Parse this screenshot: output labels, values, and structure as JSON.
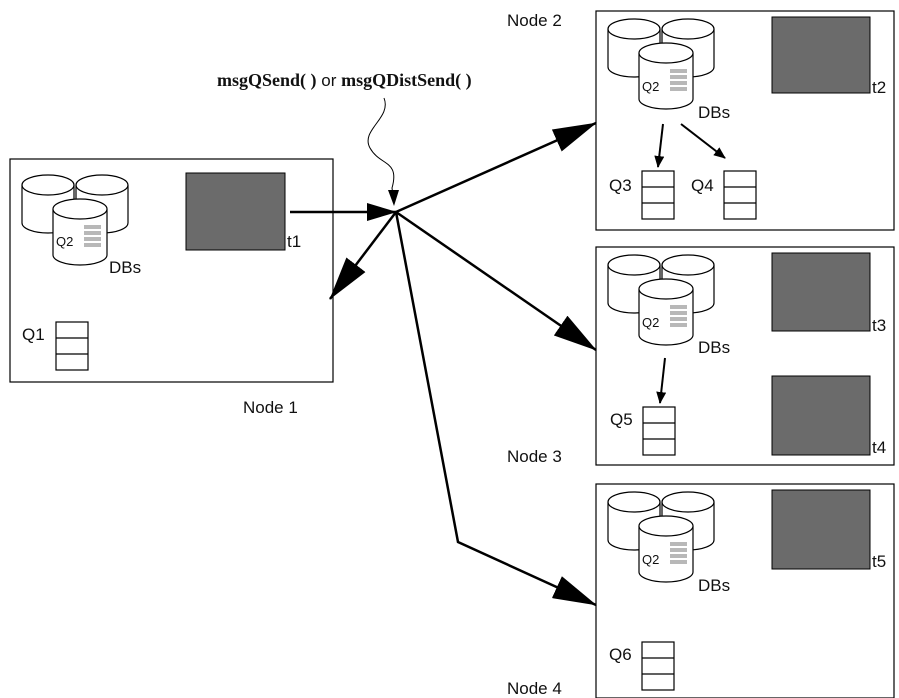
{
  "call_label": {
    "func1": "msgQSend( )",
    "conj": " or ",
    "func2": "msgQDistSend( )"
  },
  "nodes": [
    {
      "name": "Node 1",
      "dbs_label": "DBs",
      "q2_label": "Q2",
      "tasks": [
        "t1"
      ],
      "queues": [
        "Q1"
      ]
    },
    {
      "name": "Node 2",
      "dbs_label": "DBs",
      "q2_label": "Q2",
      "tasks": [
        "t2"
      ],
      "queues": [
        "Q3",
        "Q4"
      ]
    },
    {
      "name": "Node 3",
      "dbs_label": "DBs",
      "q2_label": "Q2",
      "tasks": [
        "t3",
        "t4"
      ],
      "queues": [
        "Q5"
      ]
    },
    {
      "name": "Node 4",
      "dbs_label": "DBs",
      "q2_label": "Q2",
      "tasks": [
        "t5"
      ],
      "queues": [
        "Q6"
      ]
    }
  ],
  "colors": {
    "task_fill": "#6b6b6b",
    "q2_stripe": "#b8b8b8",
    "line": "#000000"
  }
}
